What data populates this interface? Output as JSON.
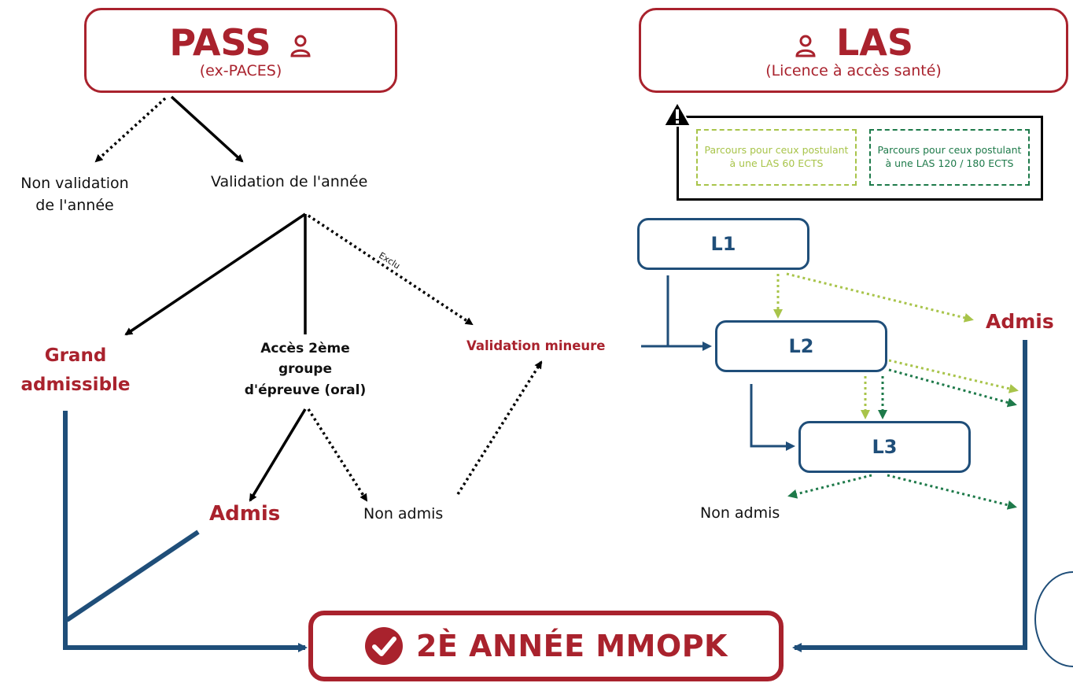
{
  "pass": {
    "title": "PASS",
    "subtitle": "(ex-PACES)",
    "icon": "person-icon"
  },
  "las": {
    "title": "LAS",
    "subtitle": "(Licence à accès santé)",
    "icon": "person-icon"
  },
  "legend": {
    "icon": "warning-icon",
    "las60": "Parcours pour ceux postulant à une LAS 60 ECTS",
    "las120": "Parcours pour ceux postulant à une LAS 120 / 180 ECTS"
  },
  "left": {
    "non_validation_1": "Non validation",
    "non_validation_2": "de l'année",
    "validation": "Validation de l'année",
    "exclu": "Exclu",
    "grand_admissible_1": "Grand",
    "grand_admissible_2": "admissible",
    "acces_1": "Accès 2ème",
    "acces_2": "groupe",
    "acces_3": "d'épreuve (oral)",
    "validation_mineure": "Validation mineure",
    "admis": "Admis",
    "non_admis": "Non admis"
  },
  "right": {
    "l1": "L1",
    "l2": "L2",
    "l3": "L3",
    "admis": "Admis",
    "non_admis": "Non admis"
  },
  "final": {
    "label": "2È ANNÉE MMOPK",
    "icon": "check-circle-icon"
  },
  "colors": {
    "red": "#a9222d",
    "navy": "#1f4e79",
    "light_green": "#a8c44a",
    "dark_green": "#1e7a4a",
    "black": "#000000"
  }
}
